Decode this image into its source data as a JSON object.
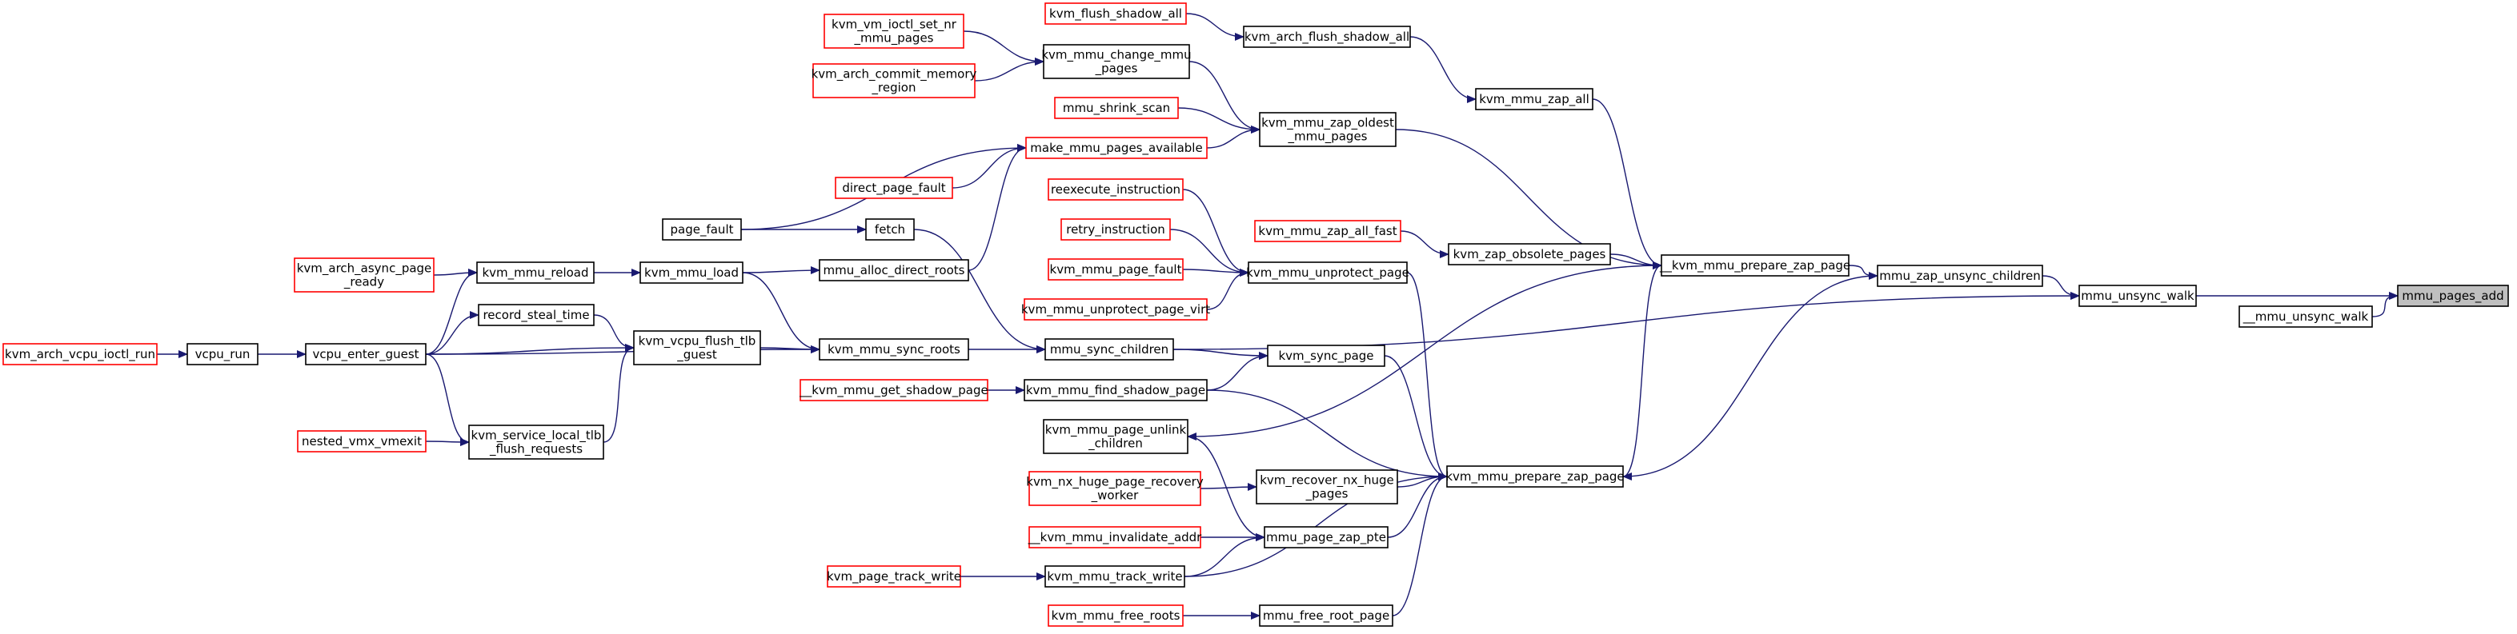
{
  "diagram": {
    "colors": {
      "edge": "#191970",
      "red_border": "#ff0000",
      "black_border": "#000000",
      "root_fill": "#bfbfbf"
    },
    "nodes": [
      {
        "id": "mmu_pages_add",
        "lines": [
          "mmu_pages_add"
        ],
        "border": "black",
        "root": true
      },
      {
        "id": "mmu_unsync_walk",
        "lines": [
          "mmu_unsync_walk"
        ],
        "border": "black"
      },
      {
        "id": "__mmu_unsync_walk",
        "lines": [
          "__mmu_unsync_walk"
        ],
        "border": "black"
      },
      {
        "id": "mmu_zap_unsync_children",
        "lines": [
          "mmu_zap_unsync_children"
        ],
        "border": "black"
      },
      {
        "id": "mmu_sync_children",
        "lines": [
          "mmu_sync_children"
        ],
        "border": "black"
      },
      {
        "id": "__kvm_mmu_prepare_zap_page",
        "lines": [
          "__kvm_mmu_prepare_zap_page"
        ],
        "border": "black"
      },
      {
        "id": "kvm_mmu_prepare_zap_page",
        "lines": [
          "kvm_mmu_prepare_zap_page"
        ],
        "border": "black"
      },
      {
        "id": "kvm_mmu_zap_all",
        "lines": [
          "kvm_mmu_zap_all"
        ],
        "border": "black"
      },
      {
        "id": "kvm_mmu_zap_oldest_mmu_pages",
        "lines": [
          "kvm_mmu_zap_oldest",
          "_mmu_pages"
        ],
        "border": "black"
      },
      {
        "id": "kvm_zap_obsolete_pages",
        "lines": [
          "kvm_zap_obsolete_pages"
        ],
        "border": "black"
      },
      {
        "id": "kvm_mmu_unprotect_page",
        "lines": [
          "kvm_mmu_unprotect_page"
        ],
        "border": "black"
      },
      {
        "id": "kvm_mmu_page_unlink_children",
        "lines": [
          "kvm_mmu_page_unlink",
          "_children"
        ],
        "border": "black"
      },
      {
        "id": "kvm_arch_flush_shadow_all",
        "lines": [
          "kvm_arch_flush_shadow_all"
        ],
        "border": "black"
      },
      {
        "id": "kvm_flush_shadow_all",
        "lines": [
          "kvm_flush_shadow_all"
        ],
        "border": "red"
      },
      {
        "id": "kvm_mmu_change_mmu_pages",
        "lines": [
          "kvm_mmu_change_mmu",
          "_pages"
        ],
        "border": "black"
      },
      {
        "id": "kvm_vm_ioctl_set_nr_mmu_pages",
        "lines": [
          "kvm_vm_ioctl_set_nr",
          "_mmu_pages"
        ],
        "border": "red"
      },
      {
        "id": "kvm_arch_commit_memory_region",
        "lines": [
          "kvm_arch_commit_memory",
          "_region"
        ],
        "border": "red"
      },
      {
        "id": "mmu_shrink_scan",
        "lines": [
          "mmu_shrink_scan"
        ],
        "border": "red"
      },
      {
        "id": "make_mmu_pages_available",
        "lines": [
          "make_mmu_pages_available"
        ],
        "border": "red"
      },
      {
        "id": "direct_page_fault",
        "lines": [
          "direct_page_fault"
        ],
        "border": "red"
      },
      {
        "id": "page_fault",
        "lines": [
          "page_fault"
        ],
        "border": "black"
      },
      {
        "id": "fetch",
        "lines": [
          "fetch"
        ],
        "border": "black"
      },
      {
        "id": "mmu_alloc_direct_roots",
        "lines": [
          "mmu_alloc_direct_roots"
        ],
        "border": "black"
      },
      {
        "id": "kvm_mmu_load",
        "lines": [
          "kvm_mmu_load"
        ],
        "border": "black"
      },
      {
        "id": "kvm_mmu_reload",
        "lines": [
          "kvm_mmu_reload"
        ],
        "border": "black"
      },
      {
        "id": "kvm_arch_async_page_ready",
        "lines": [
          "kvm_arch_async_page",
          "_ready"
        ],
        "border": "red"
      },
      {
        "id": "vcpu_enter_guest",
        "lines": [
          "vcpu_enter_guest"
        ],
        "border": "black"
      },
      {
        "id": "vcpu_run",
        "lines": [
          "vcpu_run"
        ],
        "border": "black"
      },
      {
        "id": "kvm_arch_vcpu_ioctl_run",
        "lines": [
          "kvm_arch_vcpu_ioctl_run"
        ],
        "border": "red"
      },
      {
        "id": "record_steal_time",
        "lines": [
          "record_steal_time"
        ],
        "border": "black"
      },
      {
        "id": "kvm_vcpu_flush_tlb_guest",
        "lines": [
          "kvm_vcpu_flush_tlb",
          "_guest"
        ],
        "border": "black"
      },
      {
        "id": "kvm_service_local_tlb_flush_requests",
        "lines": [
          "kvm_service_local_tlb",
          "_flush_requests"
        ],
        "border": "black"
      },
      {
        "id": "nested_vmx_vmexit",
        "lines": [
          "nested_vmx_vmexit"
        ],
        "border": "red"
      },
      {
        "id": "kvm_mmu_sync_roots",
        "lines": [
          "kvm_mmu_sync_roots"
        ],
        "border": "black"
      },
      {
        "id": "kvm_mmu_zap_all_fast",
        "lines": [
          "kvm_mmu_zap_all_fast"
        ],
        "border": "red"
      },
      {
        "id": "reexecute_instruction",
        "lines": [
          "reexecute_instruction"
        ],
        "border": "red"
      },
      {
        "id": "retry_instruction",
        "lines": [
          "retry_instruction"
        ],
        "border": "red"
      },
      {
        "id": "kvm_mmu_page_fault",
        "lines": [
          "kvm_mmu_page_fault"
        ],
        "border": "red"
      },
      {
        "id": "kvm_mmu_unprotect_page_virt",
        "lines": [
          "kvm_mmu_unprotect_page_virt"
        ],
        "border": "red"
      },
      {
        "id": "kvm_sync_page",
        "lines": [
          "kvm_sync_page"
        ],
        "border": "black"
      },
      {
        "id": "kvm_mmu_find_shadow_page",
        "lines": [
          "kvm_mmu_find_shadow_page"
        ],
        "border": "black"
      },
      {
        "id": "__kvm_mmu_get_shadow_page",
        "lines": [
          "__kvm_mmu_get_shadow_page"
        ],
        "border": "red"
      },
      {
        "id": "kvm_recover_nx_huge_pages",
        "lines": [
          "kvm_recover_nx_huge",
          "_pages"
        ],
        "border": "black"
      },
      {
        "id": "kvm_nx_huge_page_recovery_worker",
        "lines": [
          "kvm_nx_huge_page_recovery",
          "_worker"
        ],
        "border": "red"
      },
      {
        "id": "mmu_page_zap_pte",
        "lines": [
          "mmu_page_zap_pte"
        ],
        "border": "black"
      },
      {
        "id": "__kvm_mmu_invalidate_addr",
        "lines": [
          "__kvm_mmu_invalidate_addr"
        ],
        "border": "red"
      },
      {
        "id": "kvm_mmu_track_write",
        "lines": [
          "kvm_mmu_track_write"
        ],
        "border": "black"
      },
      {
        "id": "kvm_page_track_write",
        "lines": [
          "kvm_page_track_write"
        ],
        "border": "red"
      },
      {
        "id": "mmu_free_root_page",
        "lines": [
          "mmu_free_root_page"
        ],
        "border": "black"
      },
      {
        "id": "kvm_mmu_free_roots",
        "lines": [
          "kvm_mmu_free_roots"
        ],
        "border": "red"
      }
    ],
    "edges": [
      {
        "from": "mmu_unsync_walk",
        "to": "mmu_pages_add"
      },
      {
        "from": "__mmu_unsync_walk",
        "to": "mmu_pages_add"
      },
      {
        "from": "mmu_zap_unsync_children",
        "to": "mmu_unsync_walk"
      },
      {
        "from": "mmu_sync_children",
        "to": "mmu_unsync_walk"
      },
      {
        "from": "__kvm_mmu_prepare_zap_page",
        "to": "mmu_zap_unsync_children"
      },
      {
        "from": "mmu_zap_unsync_children",
        "to": "kvm_mmu_prepare_zap_page"
      },
      {
        "from": "kvm_mmu_prepare_zap_page",
        "to": "__kvm_mmu_prepare_zap_page"
      },
      {
        "from": "__kvm_mmu_prepare_zap_page",
        "to": "kvm_mmu_page_unlink_children"
      },
      {
        "from": "kvm_mmu_zap_all",
        "to": "__kvm_mmu_prepare_zap_page"
      },
      {
        "from": "kvm_mmu_zap_oldest_mmu_pages",
        "to": "__kvm_mmu_prepare_zap_page"
      },
      {
        "from": "kvm_zap_obsolete_pages",
        "to": "__kvm_mmu_prepare_zap_page"
      },
      {
        "from": "kvm_arch_flush_shadow_all",
        "to": "kvm_mmu_zap_all"
      },
      {
        "from": "kvm_flush_shadow_all",
        "to": "kvm_arch_flush_shadow_all"
      },
      {
        "from": "kvm_mmu_change_mmu_pages",
        "to": "kvm_mmu_zap_oldest_mmu_pages"
      },
      {
        "from": "kvm_vm_ioctl_set_nr_mmu_pages",
        "to": "kvm_mmu_change_mmu_pages"
      },
      {
        "from": "kvm_arch_commit_memory_region",
        "to": "kvm_mmu_change_mmu_pages"
      },
      {
        "from": "mmu_shrink_scan",
        "to": "kvm_mmu_zap_oldest_mmu_pages"
      },
      {
        "from": "make_mmu_pages_available",
        "to": "kvm_mmu_zap_oldest_mmu_pages"
      },
      {
        "from": "direct_page_fault",
        "to": "make_mmu_pages_available"
      },
      {
        "from": "page_fault",
        "to": "make_mmu_pages_available"
      },
      {
        "from": "mmu_alloc_direct_roots",
        "to": "make_mmu_pages_available"
      },
      {
        "from": "page_fault",
        "to": "fetch"
      },
      {
        "from": "kvm_mmu_load",
        "to": "mmu_alloc_direct_roots"
      },
      {
        "from": "kvm_mmu_reload",
        "to": "kvm_mmu_load"
      },
      {
        "from": "kvm_arch_async_page_ready",
        "to": "kvm_mmu_reload"
      },
      {
        "from": "vcpu_enter_guest",
        "to": "kvm_mmu_reload"
      },
      {
        "from": "vcpu_run",
        "to": "vcpu_enter_guest"
      },
      {
        "from": "kvm_arch_vcpu_ioctl_run",
        "to": "vcpu_run"
      },
      {
        "from": "record_steal_time",
        "to": "kvm_vcpu_flush_tlb_guest"
      },
      {
        "from": "vcpu_enter_guest",
        "to": "record_steal_time"
      },
      {
        "from": "vcpu_enter_guest",
        "to": "kvm_vcpu_flush_tlb_guest"
      },
      {
        "from": "vcpu_enter_guest",
        "to": "kvm_mmu_sync_roots"
      },
      {
        "from": "vcpu_enter_guest",
        "to": "kvm_service_local_tlb_flush_requests"
      },
      {
        "from": "nested_vmx_vmexit",
        "to": "kvm_service_local_tlb_flush_requests"
      },
      {
        "from": "kvm_service_local_tlb_flush_requests",
        "to": "kvm_vcpu_flush_tlb_guest"
      },
      {
        "from": "kvm_vcpu_flush_tlb_guest",
        "to": "kvm_mmu_sync_roots"
      },
      {
        "from": "kvm_mmu_load",
        "to": "kvm_mmu_sync_roots"
      },
      {
        "from": "kvm_mmu_sync_roots",
        "to": "mmu_sync_children"
      },
      {
        "from": "fetch",
        "to": "mmu_sync_children"
      },
      {
        "from": "kvm_mmu_zap_all_fast",
        "to": "kvm_zap_obsolete_pages"
      },
      {
        "from": "reexecute_instruction",
        "to": "kvm_mmu_unprotect_page"
      },
      {
        "from": "retry_instruction",
        "to": "kvm_mmu_unprotect_page"
      },
      {
        "from": "kvm_mmu_page_fault",
        "to": "kvm_mmu_unprotect_page"
      },
      {
        "from": "kvm_mmu_unprotect_page_virt",
        "to": "kvm_mmu_unprotect_page"
      },
      {
        "from": "kvm_mmu_unprotect_page",
        "to": "kvm_mmu_prepare_zap_page"
      },
      {
        "from": "mmu_sync_children",
        "to": "kvm_sync_page"
      },
      {
        "from": "kvm_mmu_find_shadow_page",
        "to": "kvm_sync_page"
      },
      {
        "from": "kvm_sync_page",
        "to": "kvm_mmu_prepare_zap_page"
      },
      {
        "from": "kvm_mmu_find_shadow_page",
        "to": "kvm_mmu_prepare_zap_page"
      },
      {
        "from": "__kvm_mmu_get_shadow_page",
        "to": "kvm_mmu_find_shadow_page"
      },
      {
        "from": "kvm_mmu_page_unlink_children",
        "to": "mmu_page_zap_pte"
      },
      {
        "from": "kvm_recover_nx_huge_pages",
        "to": "kvm_mmu_prepare_zap_page"
      },
      {
        "from": "kvm_nx_huge_page_recovery_worker",
        "to": "kvm_recover_nx_huge_pages"
      },
      {
        "from": "mmu_page_zap_pte",
        "to": "kvm_mmu_prepare_zap_page"
      },
      {
        "from": "__kvm_mmu_invalidate_addr",
        "to": "mmu_page_zap_pte"
      },
      {
        "from": "kvm_mmu_track_write",
        "to": "mmu_page_zap_pte"
      },
      {
        "from": "kvm_mmu_track_write",
        "to": "kvm_mmu_prepare_zap_page"
      },
      {
        "from": "kvm_page_track_write",
        "to": "kvm_mmu_track_write"
      },
      {
        "from": "mmu_free_root_page",
        "to": "kvm_mmu_prepare_zap_page"
      },
      {
        "from": "kvm_mmu_free_roots",
        "to": "mmu_free_root_page"
      }
    ]
  }
}
